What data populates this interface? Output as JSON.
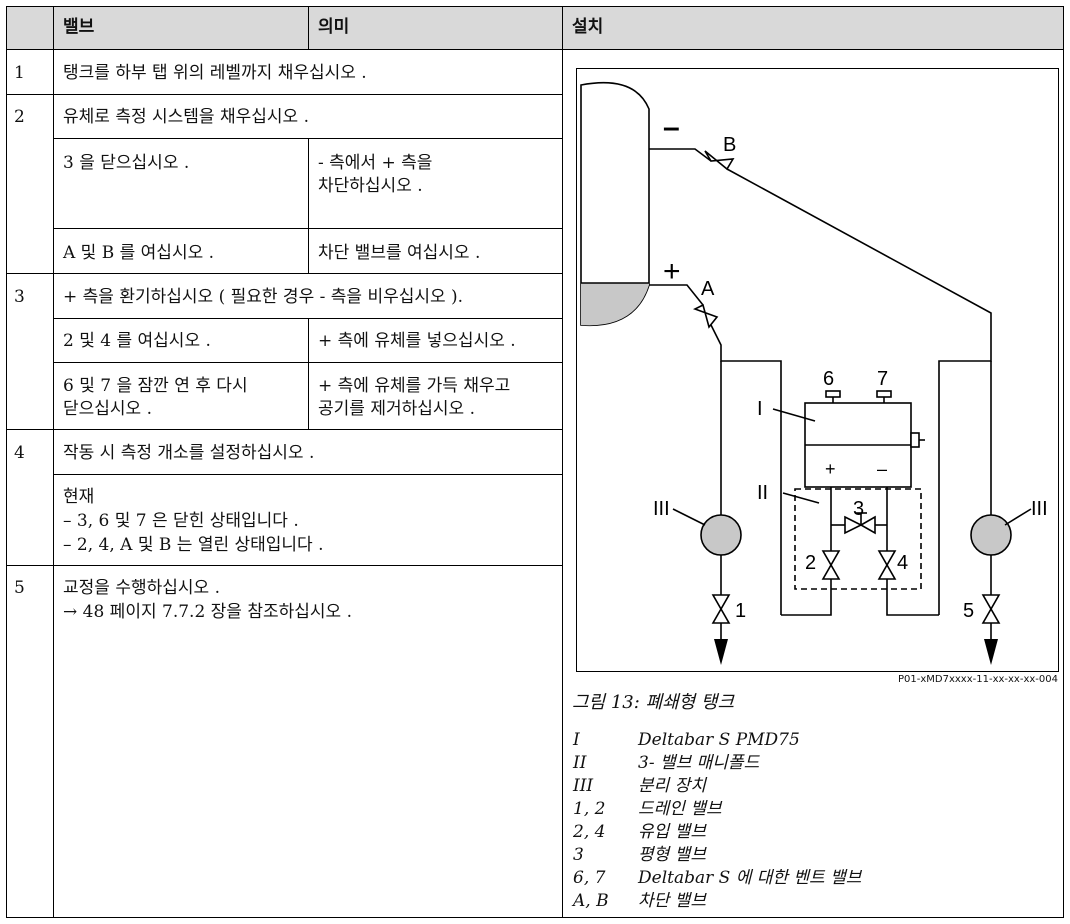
{
  "header": {
    "col_valve": "밸브",
    "col_meaning": "의미",
    "col_install": "설치"
  },
  "rows": {
    "r1": {
      "num": "1",
      "text": "탱크를 하부 탭 위의 레벨까지 채우십시오 ."
    },
    "r2": {
      "num": "2",
      "text": "유체로 측정 시스템을 채우십시오 .",
      "a_left": "3 을 닫으십시오 .",
      "a_right_1": "- 측에서 + 측을",
      "a_right_2": "차단하십시오 .",
      "b_left": "A 및 B 를 여십시오 .",
      "b_right": "차단 밸브를 여십시오 ."
    },
    "r3": {
      "num": "3",
      "text": "+ 측을 환기하십시오 ( 필요한 경우 - 측을 비우십시오 ).",
      "a_left": "2 및 4 를 여십시오 .",
      "a_right": "+ 측에 유체를 넣으십시오 .",
      "b_left_1": "6 및 7 을 잠깐 연 후 다시",
      "b_left_2": "닫으십시오 .",
      "b_right_1": "+ 측에 유체를 가득 채우고",
      "b_right_2": "공기를 제거하십시오 ."
    },
    "r4": {
      "num": "4",
      "text": "작동 시 측정 개소를 설정하십시오 .",
      "status_title": "현재",
      "status_1": "–  3, 6 및 7 은 닫힌 상태입니다 .",
      "status_2": "–  2, 4, A 및 B 는 열린 상태입니다 ."
    },
    "r5": {
      "num": "5",
      "text_1": "교정을 수행하십시오 .",
      "text_2": "→ 48 페이지 7.7.2 장을 참조하십시오 ."
    }
  },
  "figure": {
    "code": "P01-xMD7xxxx-11-xx-xx-xx-004",
    "caption": "그림 13: 폐쇄형 탱크",
    "labels": {
      "minus": "–",
      "plus": "+",
      "B": "B",
      "A": "A",
      "v6": "6",
      "v7": "7",
      "I": "I",
      "II": "II",
      "III_left": "III",
      "III_right": "III",
      "v3": "3",
      "v2": "2",
      "v4": "4",
      "v1": "1",
      "v5": "5",
      "tp": "+",
      "tm": "–"
    },
    "legend": [
      {
        "key": "I",
        "value": "Deltabar S PMD75"
      },
      {
        "key": "II",
        "value": "3- 밸브 매니폴드"
      },
      {
        "key": "III",
        "value": "분리 장치"
      },
      {
        "key": "1, 2",
        "value": "드레인 밸브"
      },
      {
        "key": "2, 4",
        "value": "유입 밸브"
      },
      {
        "key": "3",
        "value": "평형 밸브"
      },
      {
        "key": "6, 7",
        "value": "Deltabar S 에 대한 벤트 밸브"
      },
      {
        "key": "A, B",
        "value": "차단 밸브"
      }
    ]
  }
}
